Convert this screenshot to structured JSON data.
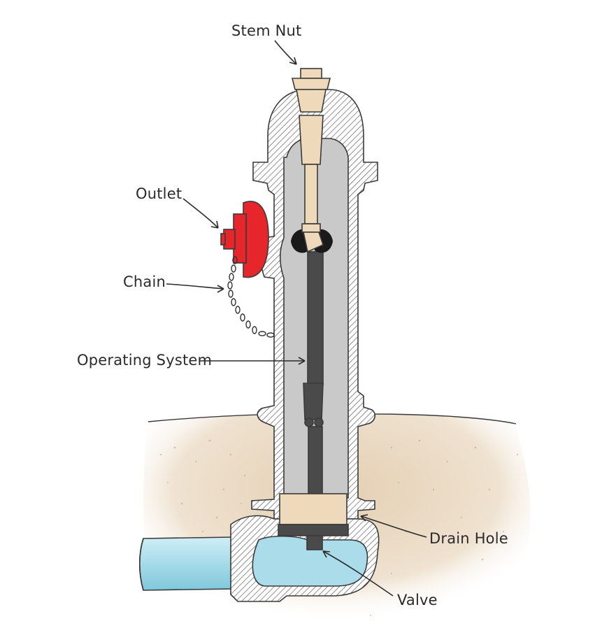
{
  "labels": {
    "stem_nut": "Stem Nut",
    "outlet": "Outlet",
    "chain": "Chain",
    "operating_system": "Operating System",
    "drain_hole": "Drain Hole",
    "valve": "Valve"
  },
  "colors": {
    "casing": "#ffffff",
    "hatch": "#5a5a5a",
    "interior": "#c9c9c9",
    "stem": "#4a4a4a",
    "brass": "#efd9bb",
    "outlet": "#e6262b",
    "pipe": "#a9dcea",
    "soil": "#ead9c2"
  }
}
